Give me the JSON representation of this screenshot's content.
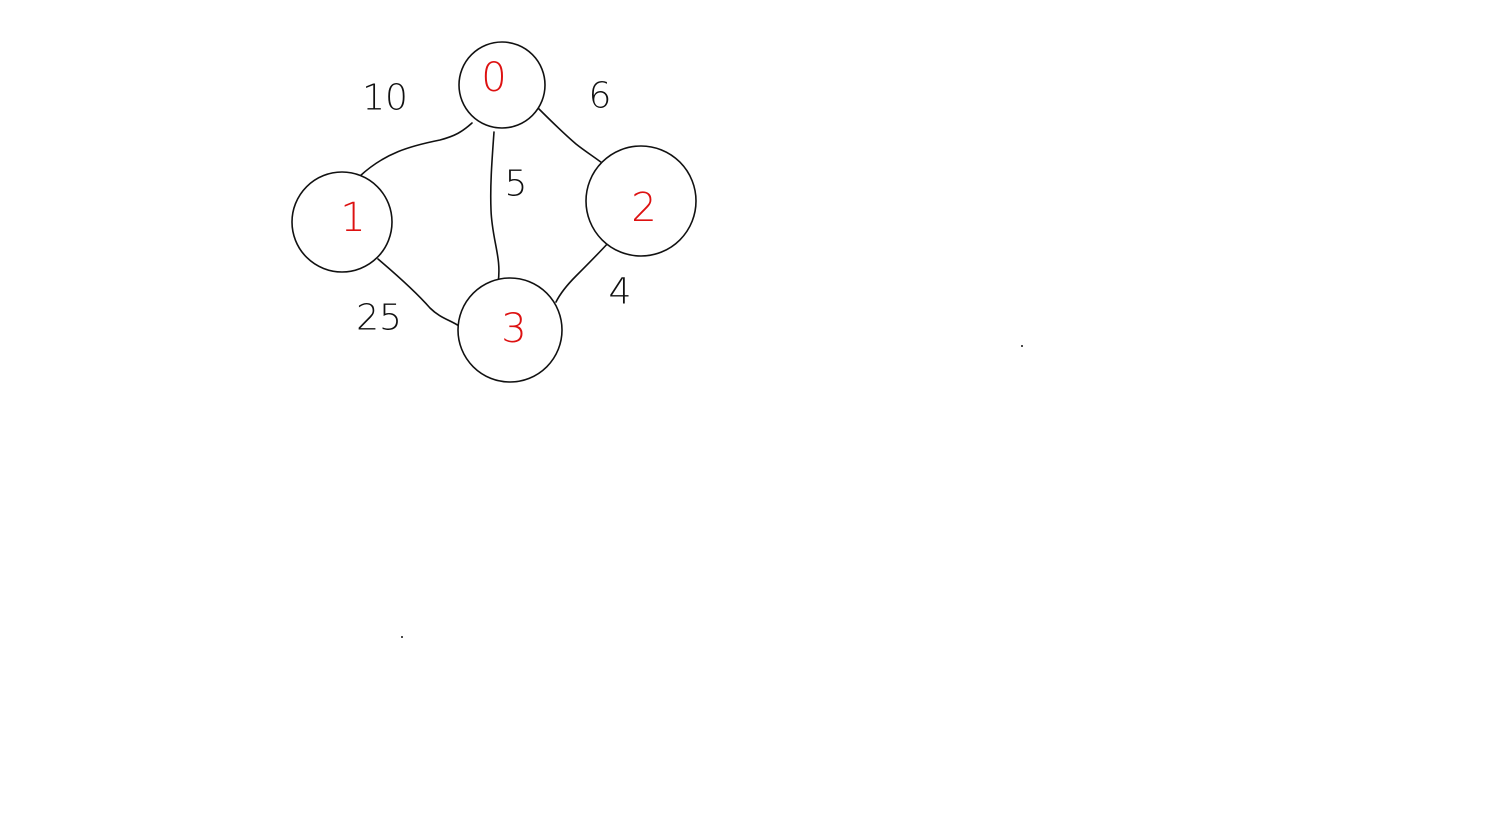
{
  "colors": {
    "ink": "#111111",
    "node_label": "#dd1111",
    "background": "#ffffff"
  },
  "graph": {
    "nodes": [
      {
        "id": "n0",
        "label": "0"
      },
      {
        "id": "n1",
        "label": "1"
      },
      {
        "id": "n2",
        "label": "2"
      },
      {
        "id": "n3",
        "label": "3"
      }
    ],
    "edges": [
      {
        "id": "e0-1",
        "from": "n0",
        "to": "n1",
        "weight": "10"
      },
      {
        "id": "e0-2",
        "from": "n0",
        "to": "n2",
        "weight": "6"
      },
      {
        "id": "e0-3",
        "from": "n0",
        "to": "n3",
        "weight": "5"
      },
      {
        "id": "e1-3",
        "from": "n1",
        "to": "n3",
        "weight": "25"
      },
      {
        "id": "e2-3",
        "from": "n2",
        "to": "n3",
        "weight": "4"
      }
    ]
  }
}
